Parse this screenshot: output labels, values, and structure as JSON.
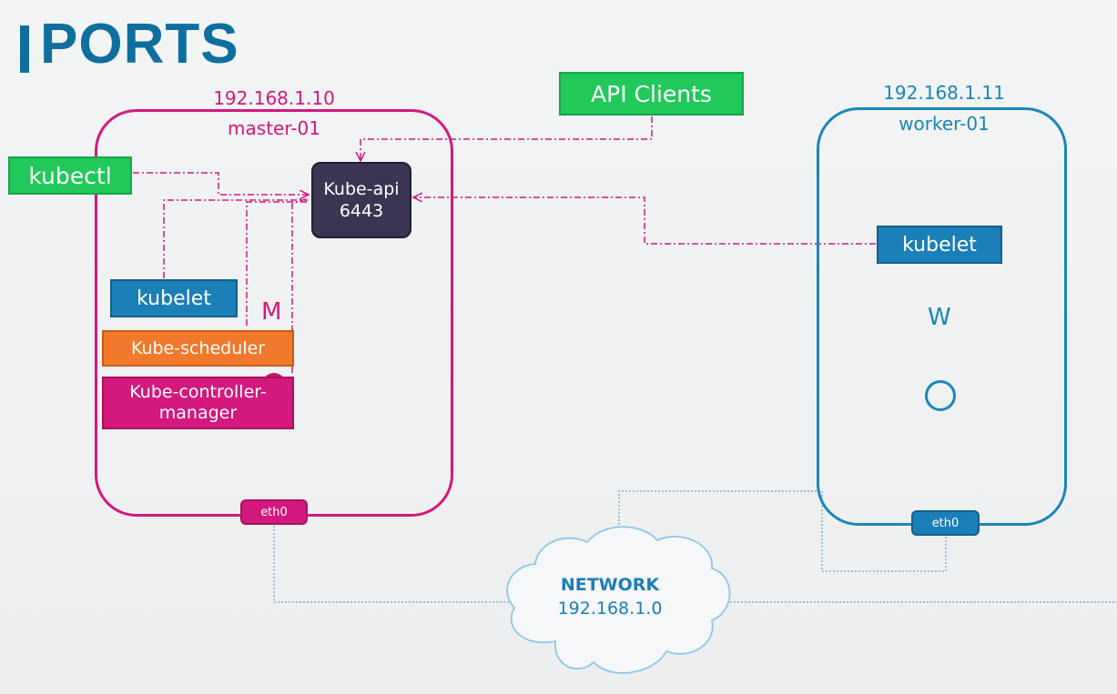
{
  "title": "PORTS",
  "colors": {
    "master": "#d3197d",
    "worker": "#1b86b6",
    "client": "#21c85a",
    "api_server": "#3b3552",
    "scheduler": "#f0792b",
    "network": "#1b7fb8"
  },
  "master_node": {
    "ip": "192.168.1.10",
    "name": "master-01",
    "kube_api": {
      "name": "Kube-api",
      "port": "6443"
    },
    "kubelet": "kubelet",
    "scheduler": "Kube-scheduler",
    "controller": {
      "line1": "Kube-controller-",
      "line2": "manager"
    },
    "marker": "M",
    "interface": "eth0"
  },
  "worker_node": {
    "ip": "192.168.1.11",
    "name": "worker-01",
    "kubelet": "kubelet",
    "marker": "W",
    "interface": "eth0"
  },
  "clients": {
    "api_clients": "API Clients",
    "kubectl": "kubectl"
  },
  "network": {
    "name": "NETWORK",
    "cidr": "192.168.1.0"
  }
}
